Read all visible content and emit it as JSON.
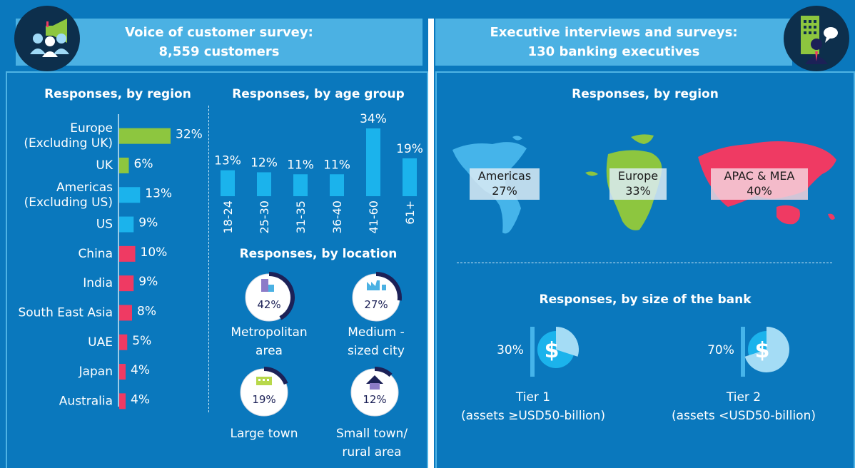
{
  "left": {
    "banner_line1": "Voice of customer survey:",
    "banner_line2": "8,559 customers",
    "icon": "audience-megaphone-icon",
    "region_title": "Responses, by region",
    "age_title": "Responses, by age group",
    "location_title": "Responses,  by location"
  },
  "right": {
    "banner_line1": "Executive interviews and surveys:",
    "banner_line2": "130 banking executives",
    "icon": "executive-building-chat-icon",
    "region_title": "Responses, by region",
    "size_title": "Responses, by size of the bank"
  },
  "colors": {
    "background": "#0a78bd",
    "banner": "#4bb1e3",
    "green": "#8dc63f",
    "light_blue": "#1bb3ec",
    "pink": "#ef3a63",
    "dark_navy": "#1c2157",
    "map_americas": "#45b4ea",
    "map_europe": "#8dc63f",
    "map_apac": "#ef3a63"
  },
  "chart_data": [
    {
      "type": "bar",
      "orientation": "horizontal",
      "title": "Responses, by region",
      "categories": [
        [
          "Europe",
          "(Excluding UK)"
        ],
        [
          "UK"
        ],
        [
          "Americas",
          "(Excluding US)"
        ],
        [
          "US"
        ],
        [
          "China"
        ],
        [
          "India"
        ],
        [
          "South East Asia"
        ],
        [
          "UAE"
        ],
        [
          "Japan"
        ],
        [
          "Australia"
        ]
      ],
      "values": [
        32,
        6,
        13,
        9,
        10,
        9,
        8,
        5,
        4,
        4
      ],
      "value_labels": [
        "32%",
        "6%",
        "13%",
        "9%",
        "10%",
        "9%",
        "8%",
        "5%",
        "4%",
        "4%"
      ],
      "colors": [
        "#8dc63f",
        "#8dc63f",
        "#1bb3ec",
        "#1bb3ec",
        "#ef3a63",
        "#ef3a63",
        "#ef3a63",
        "#ef3a63",
        "#ef3a63",
        "#ef3a63"
      ]
    },
    {
      "type": "bar",
      "title": "Responses, by age group",
      "categories": [
        "18-24",
        "25-30",
        "31-35",
        "36-40",
        "41-60",
        "61+"
      ],
      "values": [
        13,
        12,
        11,
        11,
        34,
        19
      ],
      "value_labels": [
        "13%",
        "12%",
        "11%",
        "11%",
        "34%",
        "19%"
      ],
      "color": "#1bb3ec"
    },
    {
      "type": "pie",
      "title": "Responses,  by location",
      "items": [
        {
          "label": [
            "Metropolitan",
            "area"
          ],
          "value": 42,
          "value_label": "42%",
          "icon": "skyscraper-icon"
        },
        {
          "label": [
            "Medium -",
            "sized city"
          ],
          "value": 27,
          "value_label": "27%",
          "icon": "factory-icon"
        },
        {
          "label": [
            "Large town"
          ],
          "value": 19,
          "value_label": "19%",
          "icon": "town-buildings-icon"
        },
        {
          "label": [
            "Small town/",
            "rural area"
          ],
          "value": 12,
          "value_label": "12%",
          "icon": "house-icon"
        }
      ]
    },
    {
      "type": "pie",
      "title": "Responses, by region",
      "items": [
        {
          "label": "Americas",
          "value": 27,
          "value_label": "27%"
        },
        {
          "label": "Europe",
          "value": 33,
          "value_label": "33%"
        },
        {
          "label": "APAC & MEA",
          "value": 40,
          "value_label": "40%"
        }
      ]
    },
    {
      "type": "pie",
      "title": "Responses, by size of the bank",
      "items": [
        {
          "label": [
            "Tier 1",
            "(assets ≥USD50-billion)"
          ],
          "value": 30,
          "value_label": "30%",
          "icon": "dollar-coin-icon"
        },
        {
          "label": [
            "Tier 2",
            "(assets <USD50-billion)"
          ],
          "value": 70,
          "value_label": "70%",
          "icon": "dollar-coin-icon"
        }
      ]
    }
  ]
}
